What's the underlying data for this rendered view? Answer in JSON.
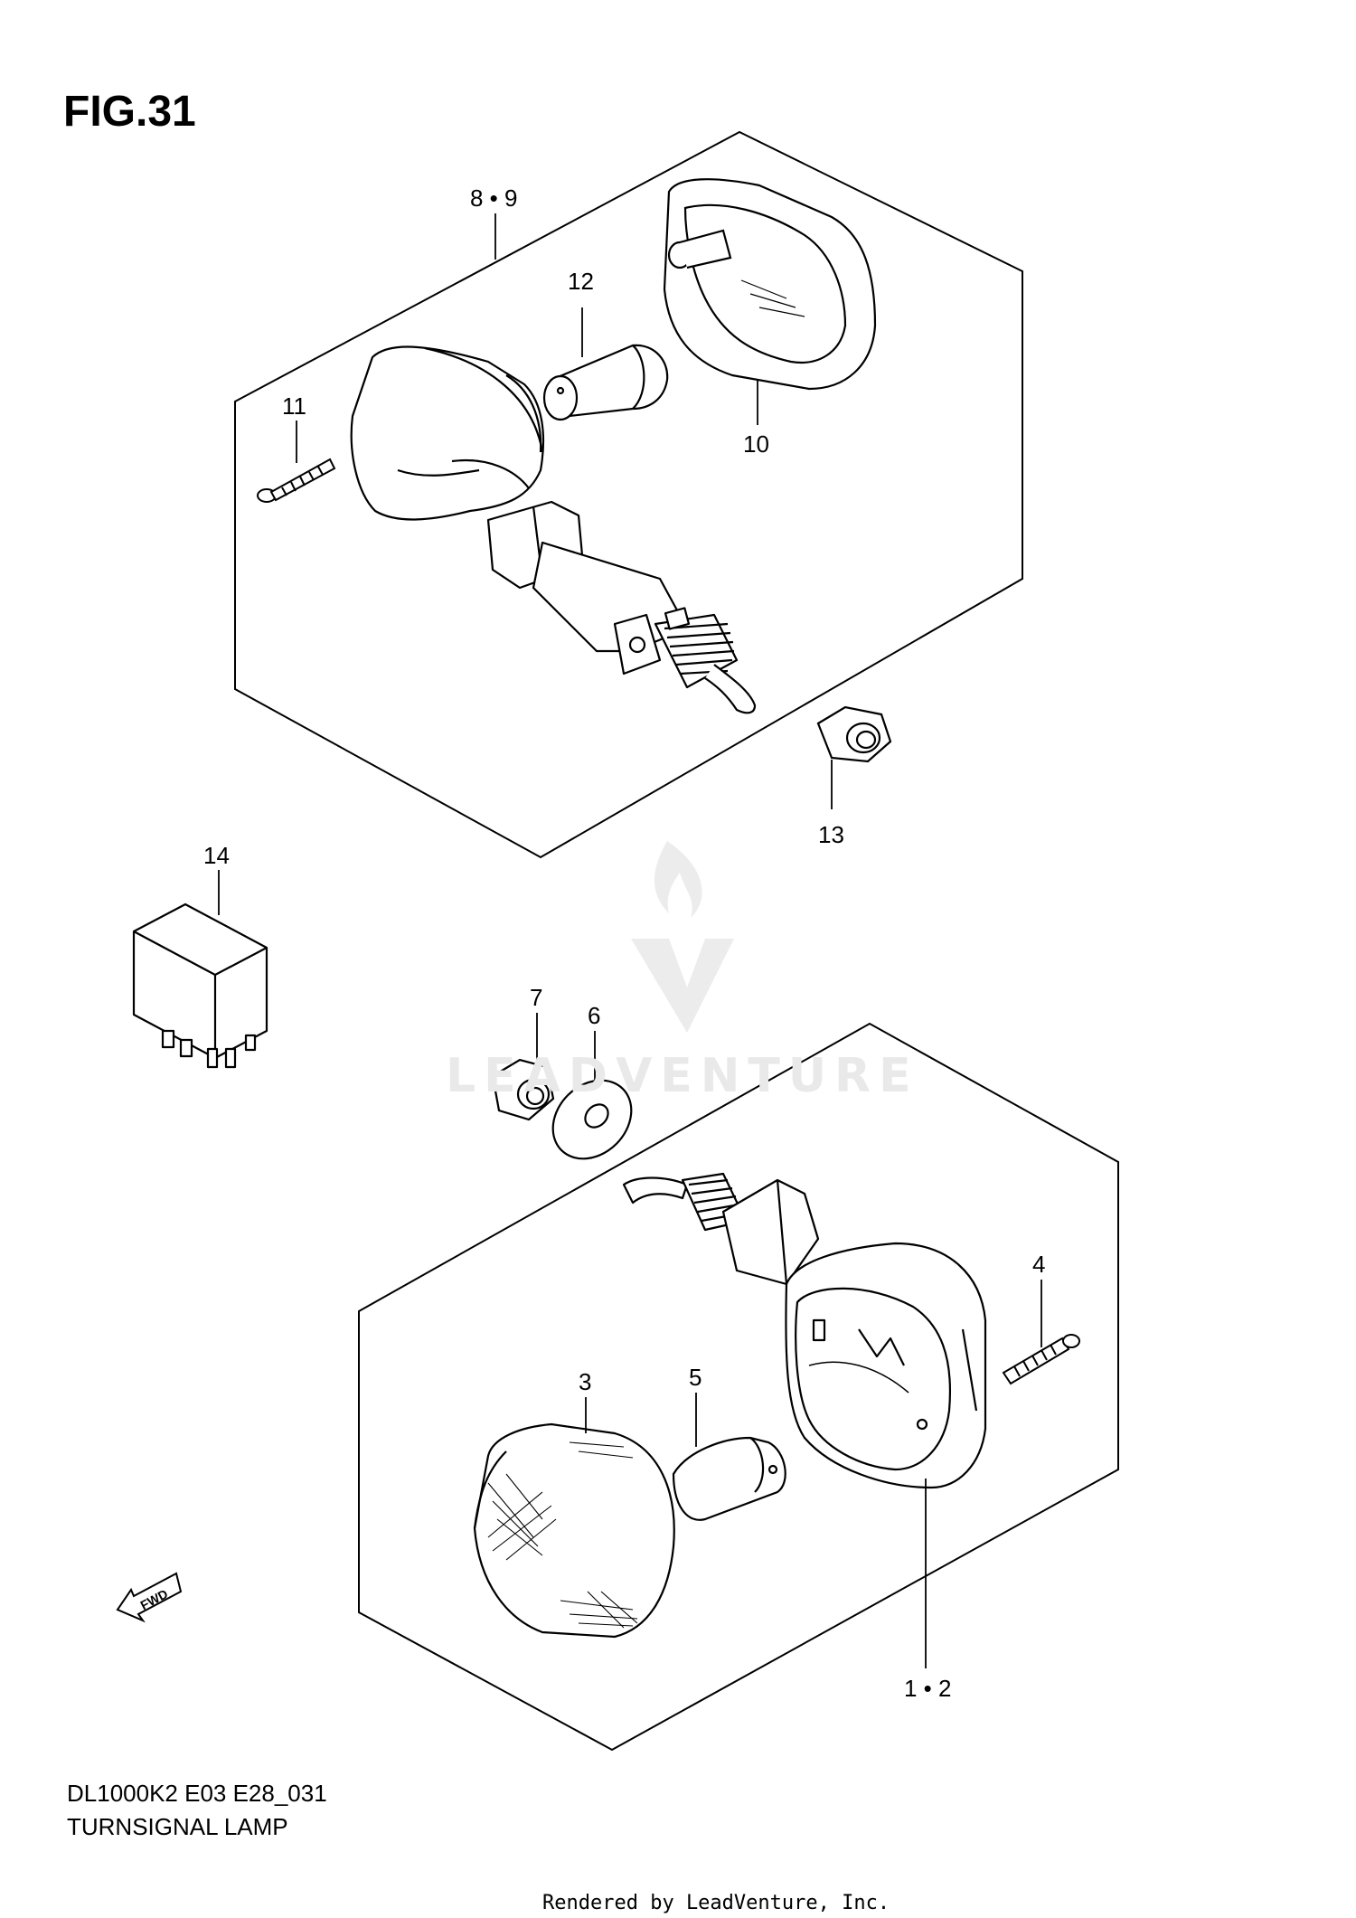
{
  "figure": {
    "title": "FIG.31",
    "model_code": "DL1000K2 E03 E28_031",
    "caption": "TURNSIGNAL LAMP"
  },
  "callouts": {
    "p8_9": "8 • 9",
    "p12": "12",
    "p11": "11",
    "p10": "10",
    "p13": "13",
    "p14": "14",
    "p7": "7",
    "p6": "6",
    "p4": "4",
    "p3": "3",
    "p5": "5",
    "p1_2": "1 • 2"
  },
  "fwd_label": "FWD",
  "watermark": {
    "text": "LEADVENTURE",
    "color": "#e9e9e9"
  },
  "footer": "Rendered by LeadVenture, Inc."
}
